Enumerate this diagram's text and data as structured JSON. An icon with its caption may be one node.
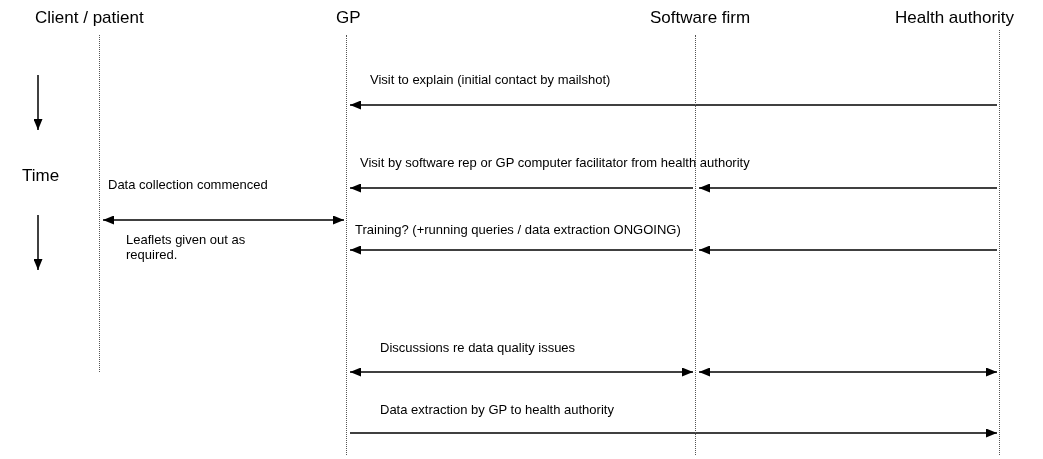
{
  "diagram": {
    "nodes": [
      {
        "text": [
          "Client / patient"
        ]
      },
      {
        "text": [
          "GP"
        ]
      },
      {
        "text": [
          "Software firm"
        ]
      },
      {
        "text": [
          "Health authority"
        ]
      }
    ],
    "edges": [
      {
        "from": 3,
        "to": 1,
        "arrow": "to",
        "label": "Visit to explain (initial contact by mailshot)"
      },
      {
        "from": 3,
        "to": 2,
        "arrow": "to"
      },
      {
        "from": 2,
        "to": 1,
        "arrow": "to",
        "label": "Visit by software rep or GP computer facilitator from health authority"
      },
      {
        "from": 0,
        "to": 1,
        "arrow": "both",
        "label": "Data collection commenced"
      },
      {
        "from": 3,
        "to": 2,
        "arrow": "to"
      },
      {
        "from": 2,
        "to": 1,
        "arrow": "to",
        "label": "Training? (+running queries / data extraction ONGOING)"
      },
      {
        "from": 1,
        "to": 2,
        "arrow": "both",
        "label": "Discussions re data quality issues"
      },
      {
        "from": 2,
        "to": 3,
        "arrow": "both"
      },
      {
        "from": 1,
        "to": 3,
        "arrow": "to",
        "label": "Data extraction by GP to health authority"
      }
    ],
    "labels": [
      "Time",
      "Leaflets given out as required."
    ]
  }
}
